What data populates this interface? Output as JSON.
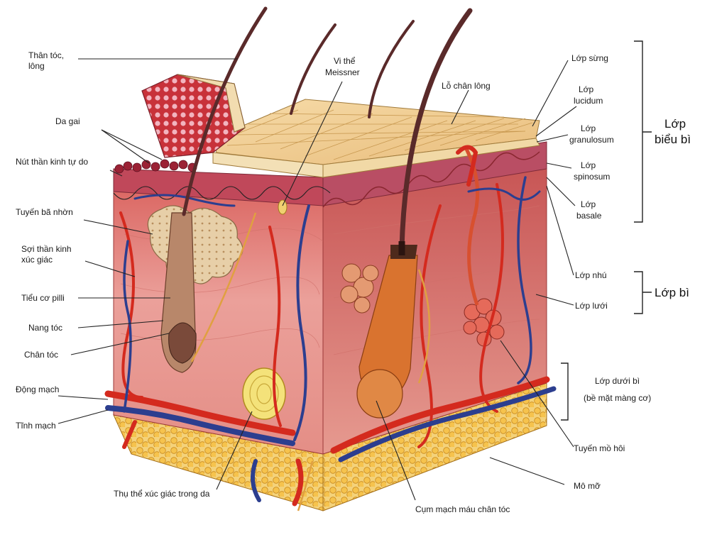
{
  "labels": {
    "than_toc": [
      "Thân tóc,",
      "lông"
    ],
    "da_gai": "Da gai",
    "nut_than_kinh": "Nút thần kinh tự do",
    "tuyen_ba_nhon": "Tuyến bã nhờn",
    "soi_than_kinh": [
      "Sợi thần kinh",
      "xúc giác"
    ],
    "tieu_co_pilli": "Tiểu cơ pilli",
    "nang_toc": "Nang tóc",
    "chan_toc": "Chân tóc",
    "dong_mach": "Động mạch",
    "tinh_mach": "Tĩnh mạch",
    "vi_the_meissner": [
      "Vi thể",
      "Meissner"
    ],
    "lo_chan_long": "Lỗ chân lông",
    "lop_sung": "Lớp sừng",
    "lop_lucidum": [
      "Lớp",
      "lucidum"
    ],
    "lop_granulosum": [
      "Lớp",
      "granulosum"
    ],
    "lop_spinosum": [
      "Lớp",
      "spinosum"
    ],
    "lop_basale": [
      "Lớp",
      "basale"
    ],
    "lop_bieu_bi": [
      "Lớp",
      "biểu bì"
    ],
    "lop_nhu": "Lớp nhú",
    "lop_luoi": "Lớp lưới",
    "lop_bi": "Lớp bì",
    "lop_duoi_bi": "Lớp dưới bì",
    "be_mat_mang_co": "(bề mặt màng cơ)",
    "tuyen_mo_hoi": "Tuyến mồ hôi",
    "mo_mo": "Mô mỡ",
    "thu_the_xuc_giac": "Thụ thể xúc giác trong da",
    "cum_mach_mau": "Cụm mạch máu chân tóc"
  },
  "colors": {
    "dermis": "#e98a8a",
    "dermis_dark": "#c95b5b",
    "epidermis_top": "#f0c98e",
    "artery": "#d42a1e",
    "vein": "#2c3e8f",
    "fat": "#f2c75a",
    "hair": "#5a2a2a"
  }
}
